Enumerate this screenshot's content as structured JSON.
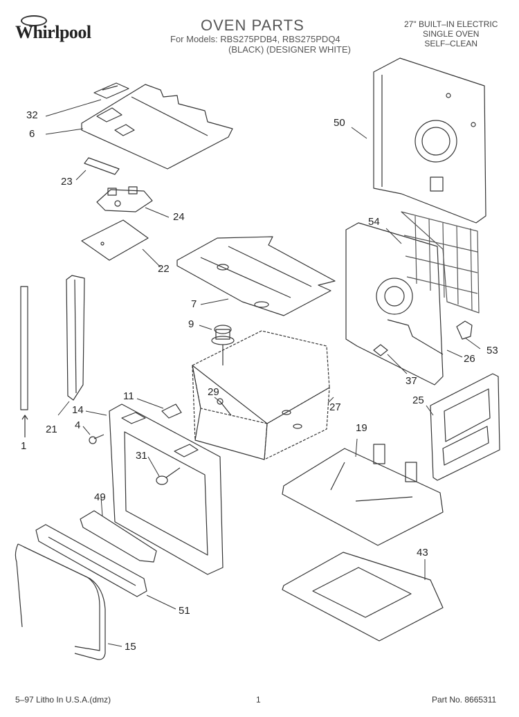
{
  "header": {
    "brand": "Whirlpool",
    "title": "OVEN PARTS",
    "models_line": "For Models: RBS275PDB4, RBS275PDQ4",
    "colors_line": "(BLACK)   (DESIGNER WHITE)",
    "spec_lines": [
      "27\" BUILT–IN ELECTRIC",
      "SINGLE OVEN",
      "SELF–CLEAN"
    ]
  },
  "callouts": [
    {
      "id": "c32",
      "label": "32"
    },
    {
      "id": "c6",
      "label": "6"
    },
    {
      "id": "c23",
      "label": "23"
    },
    {
      "id": "c24",
      "label": "24"
    },
    {
      "id": "c22",
      "label": "22"
    },
    {
      "id": "c50",
      "label": "50"
    },
    {
      "id": "c54",
      "label": "54"
    },
    {
      "id": "c7",
      "label": "7"
    },
    {
      "id": "c9",
      "label": "9"
    },
    {
      "id": "c53",
      "label": "53"
    },
    {
      "id": "c26",
      "label": "26"
    },
    {
      "id": "c37",
      "label": "37"
    },
    {
      "id": "c21",
      "label": "21"
    },
    {
      "id": "c1",
      "label": "1"
    },
    {
      "id": "c14",
      "label": "14"
    },
    {
      "id": "c4",
      "label": "4"
    },
    {
      "id": "c11",
      "label": "11"
    },
    {
      "id": "c29",
      "label": "29"
    },
    {
      "id": "c27",
      "label": "27"
    },
    {
      "id": "c25",
      "label": "25"
    },
    {
      "id": "c19",
      "label": "19"
    },
    {
      "id": "c31",
      "label": "31"
    },
    {
      "id": "c49",
      "label": "49"
    },
    {
      "id": "c43",
      "label": "43"
    },
    {
      "id": "c51",
      "label": "51"
    },
    {
      "id": "c15",
      "label": "15"
    }
  ],
  "footer": {
    "litho": "5–97 Litho In U.S.A.(dmz)",
    "page": "1",
    "part_no": "Part No. 8665311"
  }
}
